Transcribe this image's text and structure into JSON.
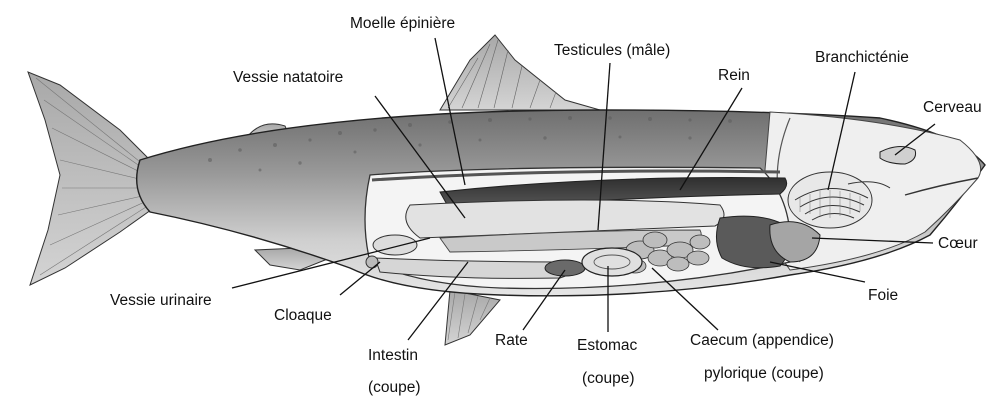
{
  "labels": {
    "moelle": "Moelle épinière",
    "vessie_natatoire": "Vessie natatoire",
    "testicules": "Testicules (mâle)",
    "rein": "Rein",
    "branchictenie": "Branchicténie",
    "cerveau": "Cerveau",
    "coeur": "Cœur",
    "foie": "Foie",
    "vessie_urinaire": "Vessie urinaire",
    "cloaque": "Cloaque",
    "intestin_line1": "Intestin",
    "intestin_line2": "(coupe)",
    "rate": "Rate",
    "estomac_line1": "Estomac",
    "estomac_line2": "(coupe)",
    "caecum_line1": "Caecum (appendice)",
    "caecum_line2": "pylorique (coupe)"
  }
}
